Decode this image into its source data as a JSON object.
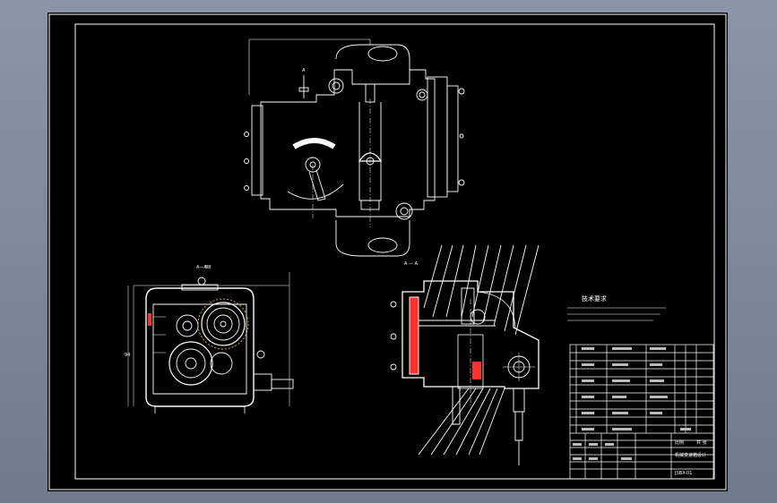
{
  "colors": {
    "background_gradient_top": "#8a96a8",
    "background_gradient_bottom": "#6f7b8e",
    "canvas": "#000000",
    "line": "#ffffff",
    "accent_yellow": "#ffd21f",
    "accent_red": "#ff3030"
  },
  "icons": [
    "gear-icon",
    "crosshair-icon"
  ],
  "notes": {
    "heading": "技术要求"
  },
  "views": {
    "section_label": "A—A",
    "side_label": "A",
    "dim_width": "88",
    "dim_height": "94"
  },
  "title_block": {
    "drawing_name": "机械变速箱设计",
    "scale_label": "比例",
    "sheet_label": "共 张",
    "drawing_number": "JSBX-01"
  }
}
